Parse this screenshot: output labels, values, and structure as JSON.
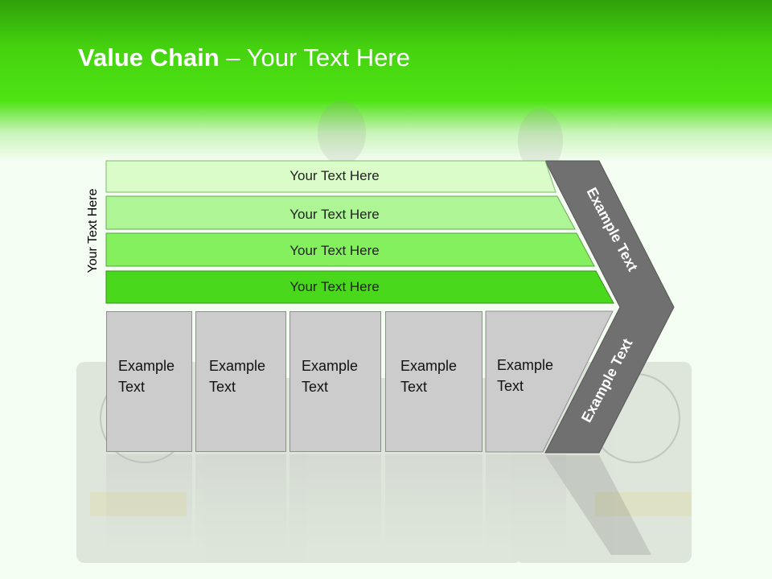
{
  "header": {
    "title_bold": "Value Chain",
    "title_rest": " – Your Text Here"
  },
  "side_label": "Your Text Here",
  "bars": [
    {
      "label": "Your Text Here",
      "color": "#d9fcc9"
    },
    {
      "label": "Your Text Here",
      "color": "#aef595"
    },
    {
      "label": "Your Text Here",
      "color": "#84f05e"
    },
    {
      "label": "Your Text Here",
      "color": "#4ad81c"
    }
  ],
  "boxes": [
    {
      "line1": "Example",
      "line2": "Text"
    },
    {
      "line1": "Example",
      "line2": "Text"
    },
    {
      "line1": "Example",
      "line2": "Text"
    },
    {
      "line1": "Example",
      "line2": "Text"
    },
    {
      "line1": "Example",
      "line2": "Text"
    }
  ],
  "chevron": {
    "upper_label": "Example Text",
    "lower_label": "Example Text",
    "color": "#707070"
  }
}
